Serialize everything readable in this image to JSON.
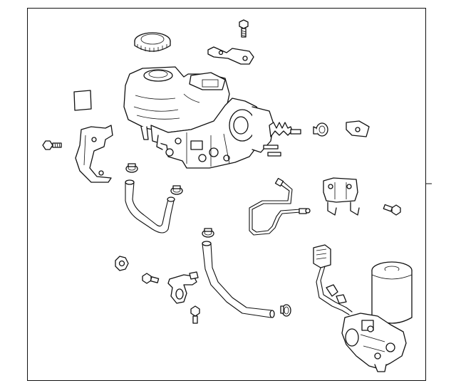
{
  "diagram": {
    "type": "parts-exploded-view",
    "line_color": "#111111",
    "background": "#ffffff",
    "parts": [
      "reservoir-cap",
      "upper-bolt",
      "upper-bracket",
      "gasket",
      "left-bolt",
      "left-bracket",
      "master-cylinder-booster-assembly",
      "grommet",
      "small-bracket",
      "hose-clamp-upper",
      "vacuum-hose-left",
      "hose-clamp-middle",
      "brake-line",
      "mounting-bracket-right",
      "right-bolt",
      "nut",
      "bottom-bolt",
      "sensor-bracket",
      "small-bottom-bolt",
      "hose-clamp-lower",
      "vacuum-hose-lower",
      "hose-clamp-bottom",
      "wiring-connector",
      "pump-motor-assembly"
    ]
  }
}
